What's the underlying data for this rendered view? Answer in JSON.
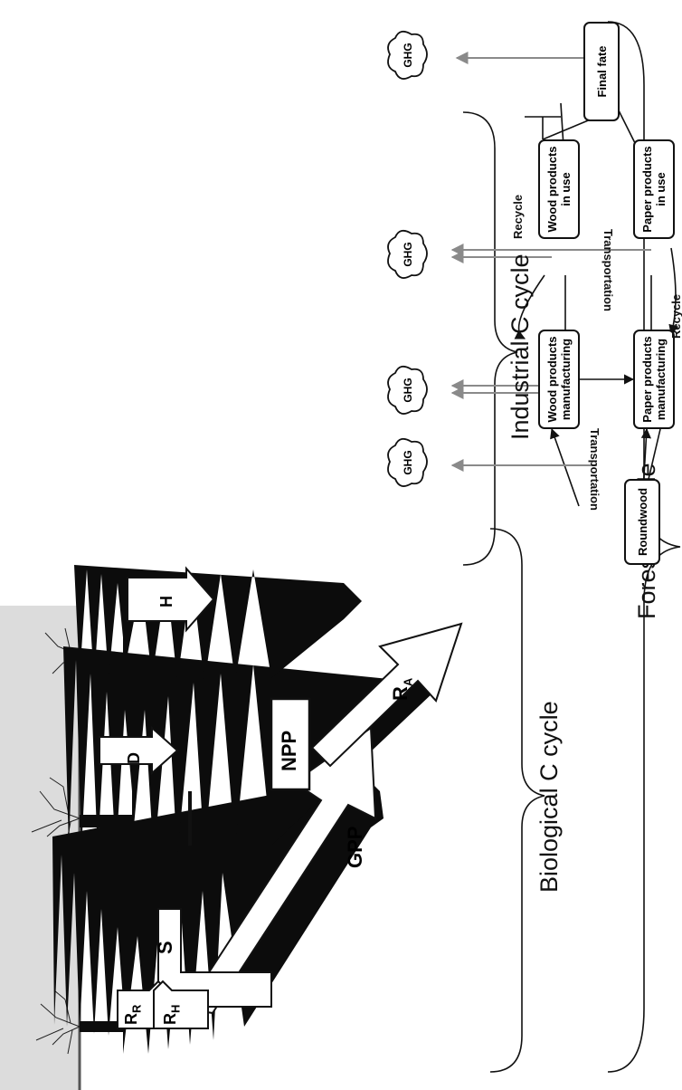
{
  "cycles": {
    "forest": "Forest C cycle",
    "biological": "Biological C cycle",
    "industrial": "Industrial C cycle"
  },
  "fluxes": {
    "gpp": "GPP",
    "npp": "NPP",
    "ra": "R",
    "ra_sub": "A",
    "s": "S",
    "rr": "R",
    "rr_sub": "R",
    "rh": "R",
    "rh_sub": "H",
    "d": "D",
    "h": "H"
  },
  "nodes": {
    "roundwood": "Roundwood",
    "wood_manufacturing": "Wood products manufacturing",
    "paper_manufacturing": "Paper products manufacturing",
    "wood_in_use": "Wood products in use",
    "paper_in_use": "Paper products in use",
    "final_fate": "Final fate"
  },
  "emissions": {
    "ghg": "GHG"
  },
  "edge_labels": {
    "transportation": "Transportation",
    "recycle": "Recycle"
  },
  "colors": {
    "ink": "#111111",
    "emission_arrow": "#8a8a8a",
    "ground": "#dcdcdc"
  }
}
